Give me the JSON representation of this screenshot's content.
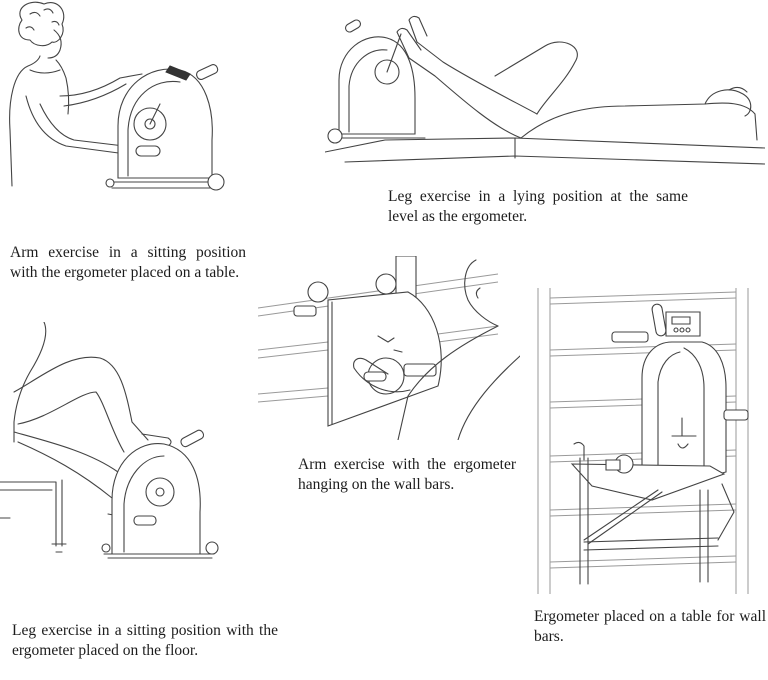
{
  "figure": {
    "panels": [
      {
        "id": "arm-sitting-table",
        "caption": "Arm exercise in a sitting position with the ergometer placed on a table.",
        "illustration": "woman-arm-ergometer-table-icon"
      },
      {
        "id": "leg-lying",
        "caption": "Leg exercise in a lying position at the same level as the ergometer.",
        "illustration": "lying-leg-ergometer-icon"
      },
      {
        "id": "arm-wall-bars",
        "caption": "Arm exercise with the ergometer hanging on the wall bars.",
        "illustration": "man-arm-ergometer-wallbars-icon"
      },
      {
        "id": "table-wall-bars",
        "caption": "Ergometer placed on a table for wall bars.",
        "illustration": "ergometer-wallbar-table-icon"
      },
      {
        "id": "leg-sitting-floor",
        "caption": "Leg exercise in a sitting position with the ergometer placed on the floor.",
        "illustration": "sitting-leg-ergometer-floor-icon"
      }
    ]
  }
}
